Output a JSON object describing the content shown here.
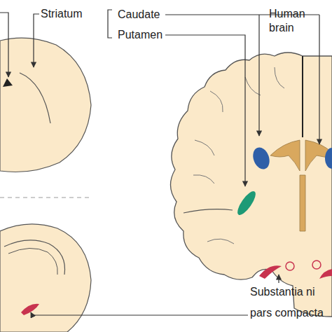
{
  "diagram": {
    "title": "Human brain",
    "labels": [
      "Striatum",
      "Caudate",
      "Putamen",
      "Substantia ni pars compacta"
    ]
  }
}
